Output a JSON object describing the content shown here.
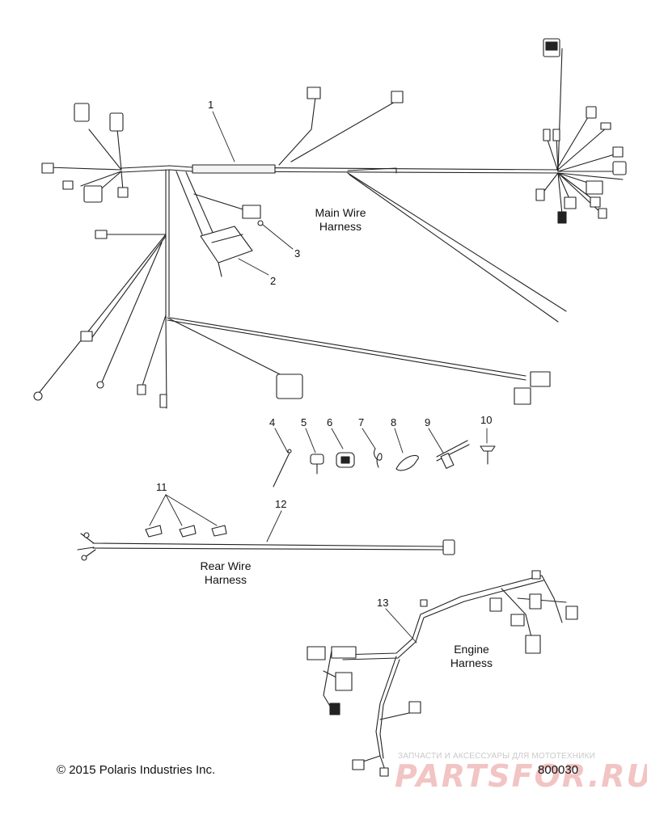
{
  "callouts": [
    "1",
    "2",
    "3",
    "4",
    "5",
    "6",
    "7",
    "8",
    "9",
    "10",
    "11",
    "12",
    "13"
  ],
  "captions": {
    "main": [
      "Main Wire",
      "Harness"
    ],
    "rear": [
      "Rear Wire",
      "Harness"
    ],
    "engine": [
      "Engine",
      "Harness"
    ]
  },
  "footer": {
    "copyright": "© 2015 Polaris Industries Inc.",
    "diagram_number": "800030"
  },
  "watermark": {
    "tagline": "ЗАПЧАСТИ И АКСЕССУАРЫ ДЛЯ МОТОТЕХНИКИ",
    "brand": "PARTSFOR.RU"
  },
  "colors": {
    "line": "#222222",
    "watermark": "#f2c4c4"
  }
}
